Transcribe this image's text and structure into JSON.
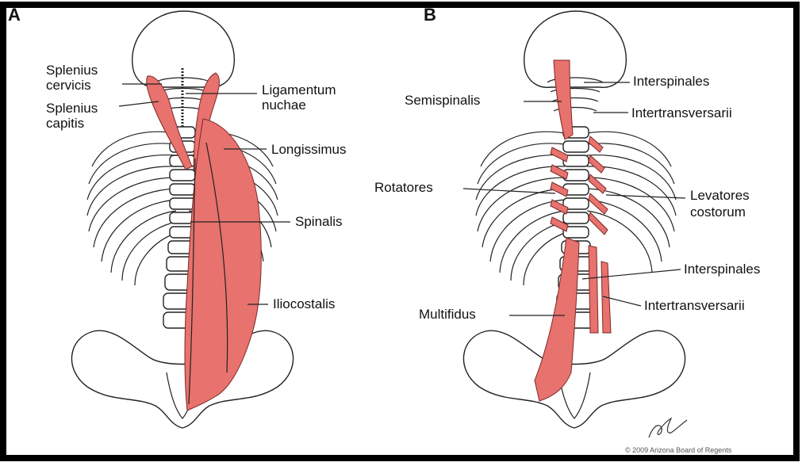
{
  "panel_a": {
    "letter": "A",
    "labels": {
      "splenius_cervicis": [
        "Splenius",
        "cervicis"
      ],
      "splenius_capitis": [
        "Splenius",
        "capitis"
      ],
      "ligamentum_nuchae": [
        "Ligamentum",
        "nuchae"
      ],
      "longissimus": "Longissimus",
      "spinalis": "Spinalis",
      "iliocostalis": "Iliocostalis"
    }
  },
  "panel_b": {
    "letter": "B",
    "labels": {
      "interspinales_top": "Interspinales",
      "semispinalis": "Semispinalis",
      "intertransversarii_top": "Intertransversarii",
      "rotatores": "Rotatores",
      "levatores_costorum": [
        "Levatores",
        "costorum"
      ],
      "interspinales_bottom": "Interspinales",
      "intertransversarii_bottom": "Intertransversarii",
      "multifidus": "Multifidus"
    }
  },
  "copyright": "© 2009 Arizona Board of Regents",
  "colors": {
    "muscle": "#e8726e",
    "outline": "#222222",
    "frame": "#000000"
  }
}
